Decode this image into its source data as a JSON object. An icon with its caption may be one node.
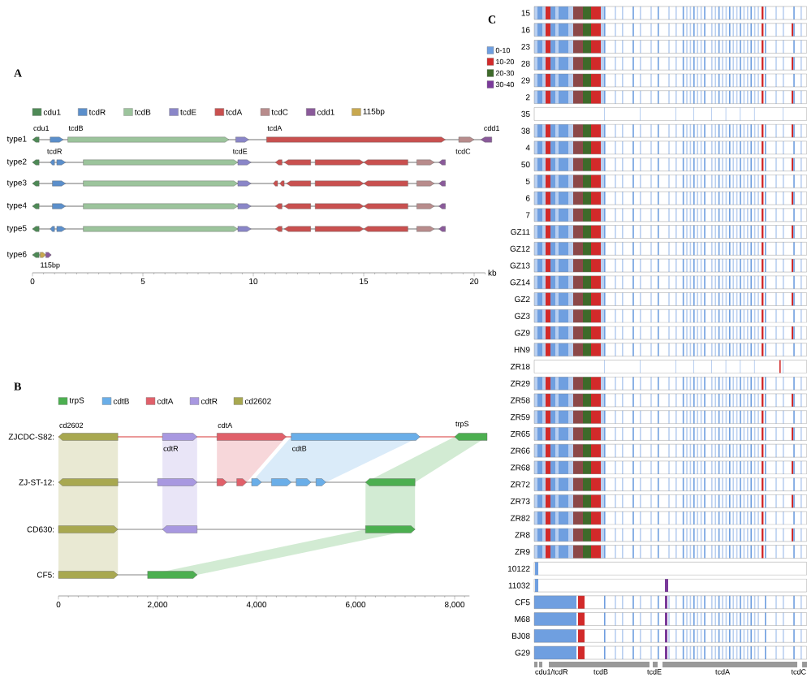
{
  "diagram": {
    "labels": [
      "A",
      "type1",
      "type2",
      "type3",
      "type4",
      "type5",
      "type6",
      "cdu1",
      "tcdR",
      "tcdB",
      "tcdE",
      "tcdA",
      "tcdC",
      "cdd1",
      "115bp",
      "0",
      "5",
      "10",
      "15",
      "20",
      "kb",
      "B",
      "cd2602",
      "cdtR",
      "cdtA",
      "cdtB",
      "trpS",
      "ZJCDC-S82:",
      "ZJ-ST-12:",
      "CD630:",
      "CF5:",
      "0",
      "2,000",
      "4,000",
      "6,000",
      "8,000",
      "C",
      "15",
      "16",
      "23",
      "28",
      "29",
      "2",
      "35",
      "38",
      "4",
      "50",
      "5",
      "6",
      "7",
      "GZ11",
      "GZ12",
      "GZ13",
      "GZ14",
      "GZ2",
      "GZ3",
      "GZ9",
      "HN9",
      "ZR18",
      "ZR29",
      "ZR58",
      "ZR59",
      "ZR65",
      "ZR66",
      "ZR68",
      "ZR72",
      "ZR73",
      "ZR82",
      "ZR8",
      "ZR9",
      "10122",
      "11032",
      "CF5",
      "M68",
      "BJ08",
      "G29",
      "cdu1/tcdR",
      "tcdB",
      "tcdE",
      "tcdA",
      "tcdC"
    ],
    "legend": [
      {
        "text": "cdu1",
        "color": "#4e8a56"
      },
      {
        "text": "tcdR",
        "color": "#5b8fcb"
      },
      {
        "text": "tcdB",
        "color": "#9cc49c"
      },
      {
        "text": "tcdE",
        "color": "#8a86c8"
      },
      {
        "text": "tcdA",
        "color": "#c9504f"
      },
      {
        "text": "tcdC",
        "color": "#b88c8c"
      },
      {
        "text": "cdd1",
        "color": "#8a5a9a"
      },
      {
        "text": "115bp",
        "color": "#c8a84e"
      },
      {
        "text": "trpS",
        "color": "#4caf50"
      },
      {
        "text": "cdtB",
        "color": "#6aaee8"
      },
      {
        "text": "cdtA",
        "color": "#e0606a"
      },
      {
        "text": "cdtR",
        "color": "#a898e0"
      },
      {
        "text": "cd2602",
        "color": "#a8a850"
      },
      {
        "text": "0-10",
        "color": "#6f9fe0"
      },
      {
        "text": "10-20",
        "color": "#d22a2a"
      },
      {
        "text": "20-30",
        "color": "#3e6a2a"
      },
      {
        "text": "30-40",
        "color": "#7a3a9a"
      }
    ]
  }
}
